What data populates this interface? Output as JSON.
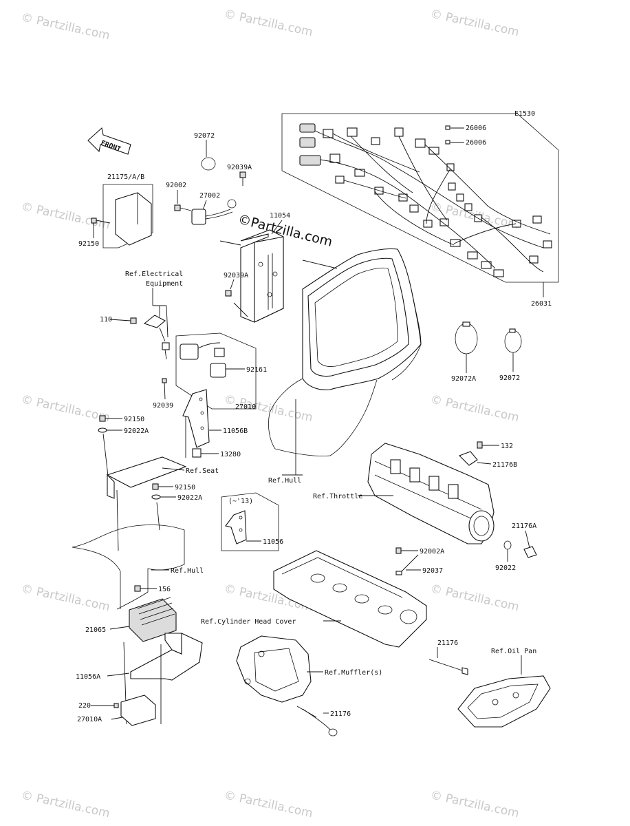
{
  "diagram_code": "E1530",
  "watermark": "© Partzilla.com",
  "center_watermark": "©Partzilla.com",
  "front_label": "FRONT",
  "parts": {
    "p26006a": "26006",
    "p26006b": "26006",
    "p26031": "26031",
    "p92072_top": "92072",
    "p92039a_top": "92039A",
    "p92002": "92002",
    "p27002": "27002",
    "p11054": "11054",
    "p21175": "21175/A/B",
    "p92150_top": "92150",
    "p92039a_mid": "92039A",
    "p110": "110",
    "p92161": "92161",
    "p27010": "27010",
    "p92039": "92039",
    "p92150_mid": "92150",
    "p92022a_mid": "92022A",
    "p11056b": "11056B",
    "p13280": "13280",
    "p92150_low": "92150",
    "p92022a_low": "92022A",
    "p11056": "11056",
    "p92072a": "92072A",
    "p92072_right": "92072",
    "p132": "132",
    "p21176b": "21176B",
    "p21176a": "21176A",
    "p92022": "92022",
    "p92002a": "92002A",
    "p92037": "92037",
    "p156": "156",
    "p21065": "21065",
    "p11056a": "11056A",
    "p220": "220",
    "p27010a": "27010A",
    "p21176_right": "21176",
    "p21176_low": "21176"
  },
  "refs": {
    "electrical": "Ref.Electrical",
    "equipment": "Equipment",
    "seat": "Ref.Seat",
    "hull_top": "Ref.Hull",
    "hull_low": "Ref.Hull",
    "throttle": "Ref.Throttle",
    "cylinder_head": "Ref.Cylinder Head Cover",
    "muffler": "Ref.Muffler(s)",
    "oil_pan": "Ref.Oil Pan",
    "year_note": "(~'13)"
  }
}
